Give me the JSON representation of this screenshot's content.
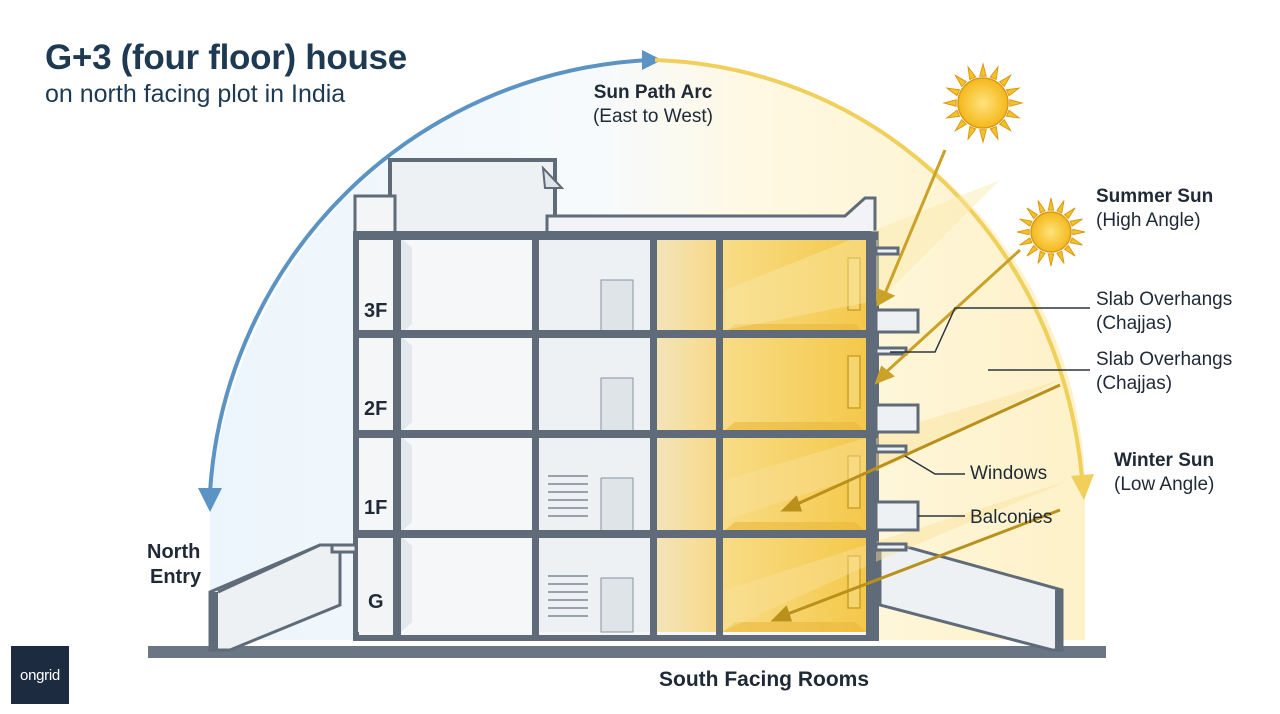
{
  "title": "G+3 (four floor) house",
  "subtitle": "on north facing plot in India",
  "sun_path": {
    "label": "Sun Path Arc",
    "sublabel": "(East to West)"
  },
  "summer_sun": {
    "label": "Summer Sun",
    "sublabel": "(High Angle)"
  },
  "winter_sun": {
    "label": "Winter Sun",
    "sublabel": "(Low Angle)"
  },
  "overhang_1": {
    "label": "Slab Overhangs",
    "sublabel": "(Chajjas)"
  },
  "overhang_2": {
    "label": "Slab Overhangs",
    "sublabel": "(Chajjas)"
  },
  "windows_label": "Windows",
  "balconies_label": "Balconies",
  "north_entry": {
    "line1": "North",
    "line2": "Entry"
  },
  "south_rooms_label": "South Facing Rooms",
  "floors": [
    "3F",
    "2F",
    "1F",
    "G"
  ],
  "logo_text": "ongrid",
  "colors": {
    "arc_blue": "#5b93c4",
    "arc_yellow": "#f0cf5a",
    "sun_yellow": "#f6c22a",
    "wall": "#5f6b78",
    "title": "#1e3a52"
  }
}
